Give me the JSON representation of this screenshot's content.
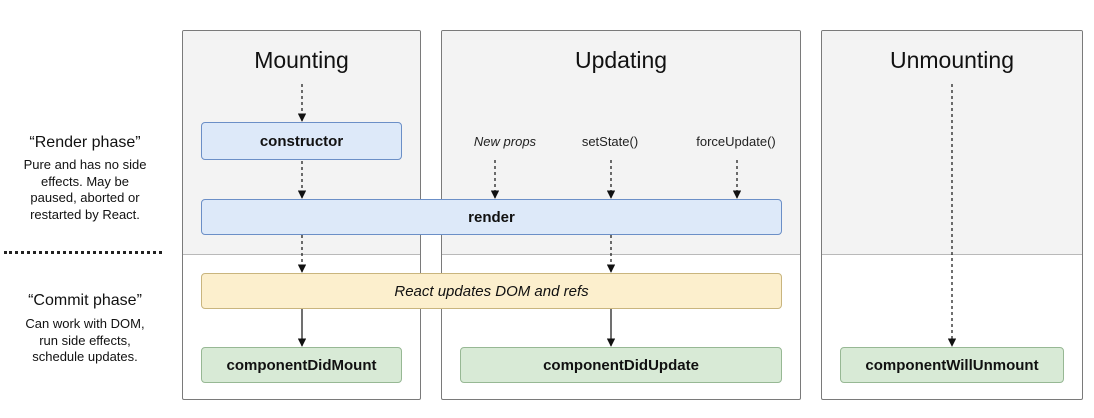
{
  "phases": {
    "render": {
      "title": "“Render phase”",
      "desc": [
        "Pure and has no side",
        "effects. May be",
        "paused, aborted or",
        "restarted by React."
      ]
    },
    "commit": {
      "title": "“Commit phase”",
      "desc": [
        "Can work with DOM,",
        "run side effects,",
        "schedule updates."
      ]
    }
  },
  "columns": {
    "mounting": "Mounting",
    "updating": "Updating",
    "unmounting": "Unmounting"
  },
  "triggers": {
    "new_props": "New props",
    "set_state": "setState()",
    "force_update": "forceUpdate()"
  },
  "nodes": {
    "constructor": "constructor",
    "render": "render",
    "dom_update": "React updates DOM and refs",
    "did_mount": "componentDidMount",
    "did_update": "componentDidUpdate",
    "will_unmount": "componentWillUnmount"
  },
  "colors": {
    "render_node": "#dde9f9",
    "commit_node": "#fcefcd",
    "lifecycle_node": "#d8ead6",
    "phase_shade": "#f3f3f3"
  }
}
